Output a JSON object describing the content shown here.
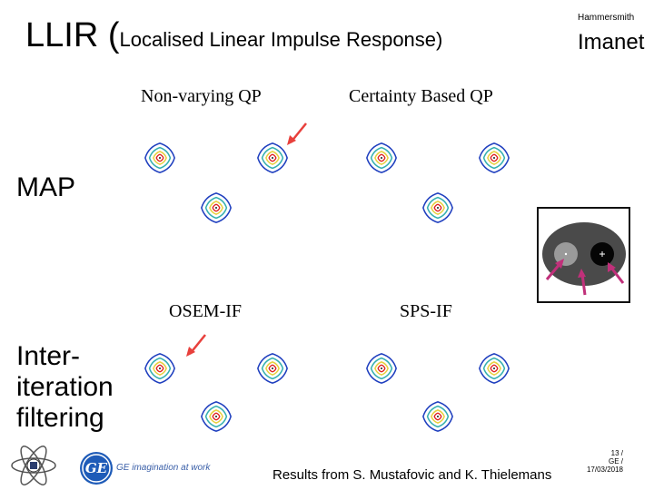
{
  "slide": {
    "title_main": "LLIR (",
    "title_sub": "Localised Linear Impulse Response)",
    "org_small": "Hammersmith",
    "org_large": "Imanet",
    "labels": {
      "nonvarying": "Non-varying QP",
      "certainty": "Certainty Based QP",
      "osem": "OSEM-IF",
      "sps": "SPS-IF"
    },
    "row_map": "MAP",
    "row_inter": "Inter-\niteration\nfiltering",
    "footer": "Results from S. Mustafovic and K. Thielemans",
    "page": "13 /\nGE /\n17/03/2018",
    "ge_tagline": "GE imagination at work",
    "ge_mark": "GE"
  },
  "colors": {
    "arrow": "#e8403c",
    "contour_outer": "#1f3fbf",
    "contour_mid": "#35b0b0",
    "contour_inner": "#e8d040",
    "contour_core": "#e02020",
    "phantom_bg": "#4a4a4a"
  }
}
